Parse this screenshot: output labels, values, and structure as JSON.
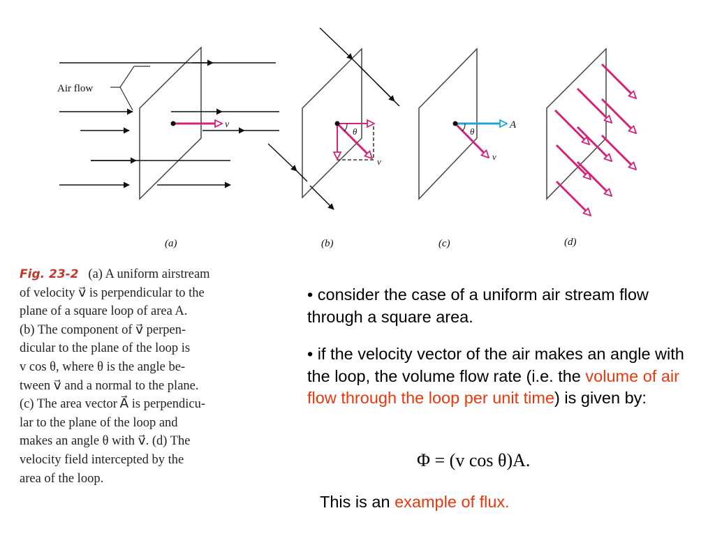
{
  "figure": {
    "airflow_label": "Air flow",
    "panels": [
      {
        "label": "(a)",
        "v_label": "v⃗"
      },
      {
        "label": "(b)",
        "theta_label": "θ",
        "v_label": "v⃗"
      },
      {
        "label": "(c)",
        "theta_label": "θ",
        "v_label": "v⃗",
        "a_label": "A⃗"
      },
      {
        "label": "(d)"
      }
    ]
  },
  "caption": {
    "fig_label": "Fig. 23-2",
    "lines_rest": [
      "(a) A uniform airstream",
      "of velocity v⃗ is perpendicular to the",
      "plane of a square loop of area A.",
      "(b) The component of v⃗ perpen-",
      "dicular to the plane of the loop is",
      "v cos θ, where θ is the angle be-",
      "tween v⃗ and a normal to the plane.",
      "(c) The area vector A⃗ is perpendicu-",
      "lar to the plane of the loop and",
      "makes an angle θ with v⃗. (d) The",
      "velocity field intercepted by the",
      "area of the loop."
    ]
  },
  "bullets": {
    "b1": "• consider the case of a uniform air stream flow through a square area.",
    "b2_pre": "• if the velocity vector of the air makes an angle with the loop, the volume flow rate (i.e. the ",
    "b2_hl": "volume of air flow through the loop per unit time",
    "b2_post": ") is given by:"
  },
  "equation": "Φ = (v cos θ)A.",
  "flux_note": {
    "pre": "This is an ",
    "hl": "example of flux."
  },
  "colors": {
    "velocity_vector": "#d6237a",
    "area_vector": "#1aa7d8",
    "highlight_text": "#e8380d",
    "fig_label": "#c0392b"
  }
}
